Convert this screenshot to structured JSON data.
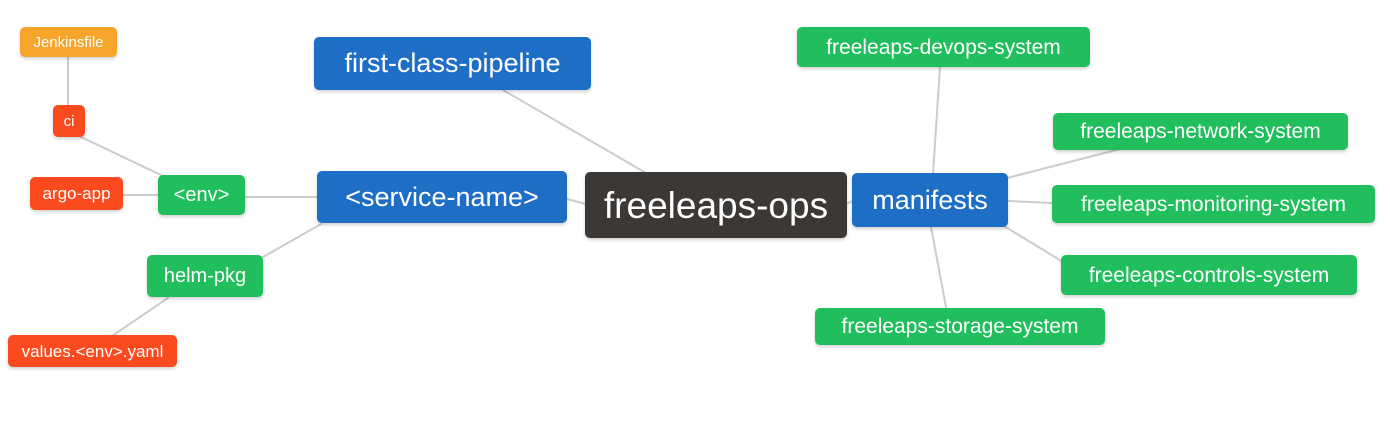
{
  "diagram": {
    "type": "mindmap",
    "root_label": "freeleaps-ops"
  },
  "colors": {
    "root_bg": "#3B3836",
    "branch_blue": "#1D6EC4",
    "leaf_green": "#21BE5D",
    "leaf_red": "#FA4A1E",
    "leaf_orange": "#F7A42B",
    "edge_line": "#CCCCCC",
    "node_text": "#FFFFFF",
    "background": "#FFFFFF"
  },
  "nodes": {
    "freeleaps_ops": {
      "label": "freeleaps-ops",
      "color": "#3B3836"
    },
    "first_class_pipeline": {
      "label": "first-class-pipeline",
      "color": "#1D6EC4"
    },
    "service_name": {
      "label": "<service-name>",
      "color": "#1D6EC4"
    },
    "manifests": {
      "label": "manifests",
      "color": "#1D6EC4"
    },
    "env": {
      "label": "<env>",
      "color": "#21BE5D"
    },
    "helm_pkg": {
      "label": "helm-pkg",
      "color": "#21BE5D"
    },
    "jenkinsfile": {
      "label": "Jenkinsfile",
      "color": "#F7A42B"
    },
    "ci": {
      "label": "ci",
      "color": "#FA4A1E"
    },
    "argo_app": {
      "label": "argo-app",
      "color": "#FA4A1E"
    },
    "values_env_yaml": {
      "label": "values.<env>.yaml",
      "color": "#FA4A1E"
    },
    "devops_system": {
      "label": "freeleaps-devops-system",
      "color": "#21BE5D"
    },
    "network_system": {
      "label": "freeleaps-network-system",
      "color": "#21BE5D"
    },
    "monitoring_system": {
      "label": "freeleaps-monitoring-system",
      "color": "#21BE5D"
    },
    "controls_system": {
      "label": "freeleaps-controls-system",
      "color": "#21BE5D"
    },
    "storage_system": {
      "label": "freeleaps-storage-system",
      "color": "#21BE5D"
    }
  },
  "edges": [
    {
      "from": "jenkinsfile",
      "to": "ci"
    },
    {
      "from": "ci",
      "to": "env"
    },
    {
      "from": "argo_app",
      "to": "env"
    },
    {
      "from": "env",
      "to": "service_name"
    },
    {
      "from": "values_env_yaml",
      "to": "helm_pkg"
    },
    {
      "from": "helm_pkg",
      "to": "service_name"
    },
    {
      "from": "first_class_pipeline",
      "to": "freeleaps_ops"
    },
    {
      "from": "service_name",
      "to": "freeleaps_ops"
    },
    {
      "from": "freeleaps_ops",
      "to": "manifests"
    },
    {
      "from": "manifests",
      "to": "devops_system"
    },
    {
      "from": "manifests",
      "to": "network_system"
    },
    {
      "from": "manifests",
      "to": "monitoring_system"
    },
    {
      "from": "manifests",
      "to": "controls_system"
    },
    {
      "from": "manifests",
      "to": "storage_system"
    }
  ]
}
